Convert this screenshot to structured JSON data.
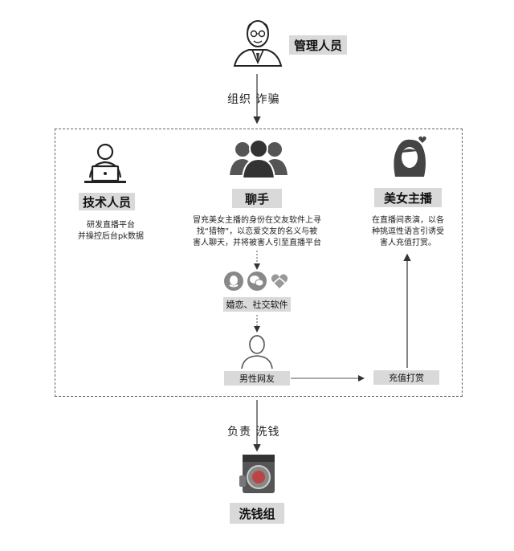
{
  "manager": {
    "label": "管理人员",
    "icon": "manager-portrait-icon"
  },
  "link_top": {
    "label": "组织 诈骗"
  },
  "tech": {
    "label": "技术人员",
    "desc_lines": [
      "研发直播平台",
      "并操控后台pk数据"
    ],
    "icon": "laptop-user-icon"
  },
  "chat": {
    "label": "聊手",
    "desc_lines": [
      "冒充美女主播的身份在交友软件上寻",
      "找“猎物”，以恋爱交友的名义与被",
      "害人聊天，并将被害人引至直播平台"
    ],
    "icon": "group-users-icon"
  },
  "anchor": {
    "label": "美女主播",
    "desc_lines": [
      "在直播间表演，以各",
      "种挑逗性语言引诱受",
      "害人充值打赏。"
    ],
    "icon": "female-heart-icon"
  },
  "apps": {
    "label": "婚恋、社交软件",
    "icons": [
      "qq-icon",
      "wechat-icon",
      "heart-hands-icon"
    ]
  },
  "victim": {
    "label": "男性网友",
    "icon": "male-user-icon"
  },
  "recharge": {
    "label": "充值打赏"
  },
  "link_bottom": {
    "label": "负责 洗钱"
  },
  "laundry": {
    "label": "洗钱组",
    "icon": "washing-machine-icon"
  }
}
